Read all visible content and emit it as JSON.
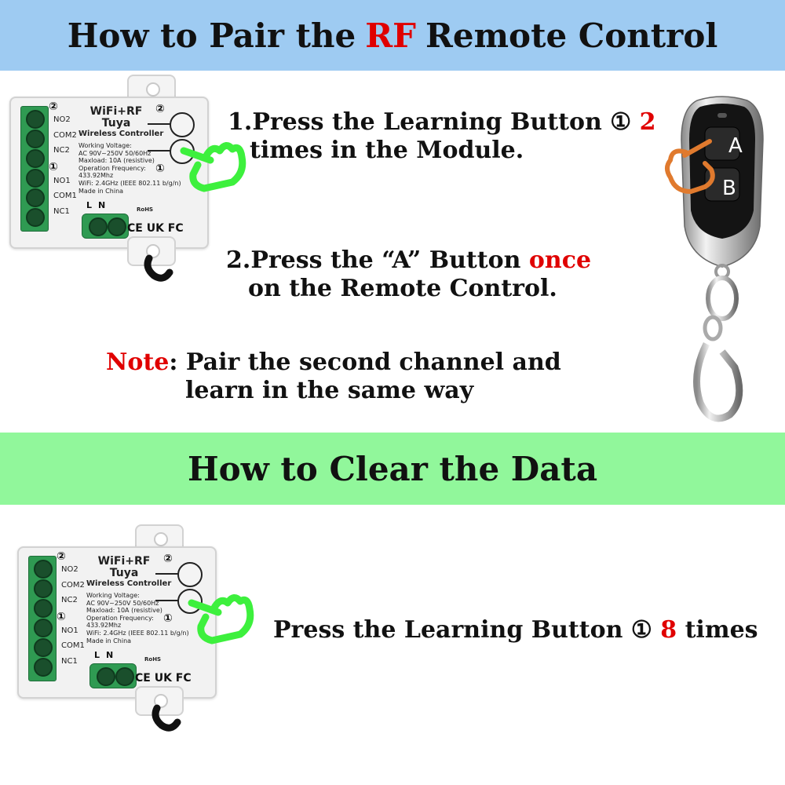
{
  "top_banner": {
    "pre": "How to Pair the ",
    "accent": "RF",
    "post": " Remote Control"
  },
  "step1": {
    "line1_pre": "1.Press the Learning Button ",
    "circled": "①",
    "count": "2",
    "line2": "times in the Module."
  },
  "step2": {
    "line1_pre": "2.Press the “A” Button ",
    "emph": "once",
    "line2": "on the Remote Control."
  },
  "note": {
    "label": "Note",
    "line1": ": Pair the second channel and",
    "line2": "learn in the same way"
  },
  "bottom_banner": {
    "title": "How to Clear the Data"
  },
  "clear_step": {
    "pre": "Press the Learning Button ",
    "circled": "①",
    "count": "8",
    "post": " times"
  },
  "module": {
    "title1": "WiFi+RF",
    "title2": "Tuya",
    "subtitle": "Wireless Controller",
    "spec_lines": [
      "Working Voltage:",
      "AC 90V~250V  50/60Hz",
      "Maxload: 10A (resistive)",
      "Operation Frequency:",
      "433.92Mhz",
      "WiFi: 2.4GHz (IEEE 802.11 b/g/n)",
      "Made in China"
    ],
    "pins": [
      "NO2",
      "COM2",
      "NC2",
      "NO1",
      "COM1",
      "NC1"
    ],
    "channel_marks": [
      "②",
      "①"
    ],
    "ln": "LN",
    "certs": "CE UK FC",
    "rohs": "RoHS"
  },
  "remote": {
    "button_a": "A",
    "button_b": "B"
  },
  "colors": {
    "accent_red": "#e00000",
    "blue_banner": "#9ecbf2",
    "green_banner": "#91f79b",
    "hand_green": "#3df03d",
    "hand_orange": "#e07a2e"
  }
}
